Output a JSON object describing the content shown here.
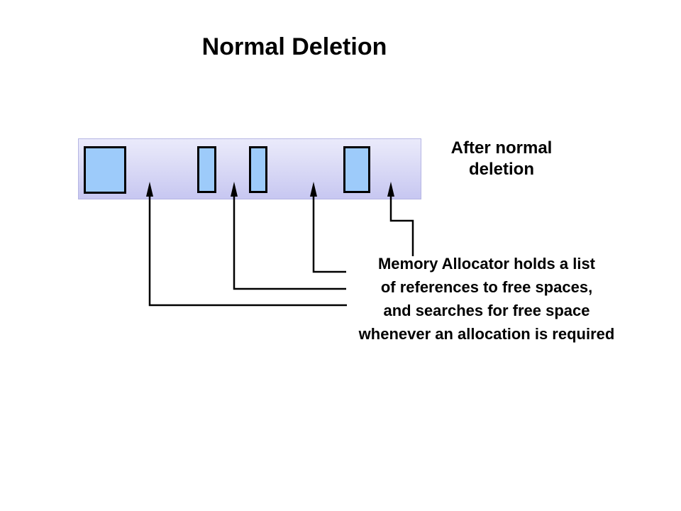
{
  "title": "Normal Deletion",
  "memory_bar": {
    "allocated_blocks_count": 4,
    "free_space_arrows_count": 4,
    "colors": {
      "bar_gradient_top": "#eaeafb",
      "bar_gradient_bottom": "#c7c7f1",
      "bar_border": "#b5b5e3",
      "block_fill": "#9dcbfa",
      "block_border": "#000000",
      "arrow": "#000000"
    }
  },
  "caption": {
    "lines": [
      "After normal",
      "deletion"
    ]
  },
  "annotation": {
    "lines": [
      "Memory Allocator holds a list",
      "of references to free spaces,",
      "and searches for free space",
      "whenever an allocation is required"
    ]
  }
}
